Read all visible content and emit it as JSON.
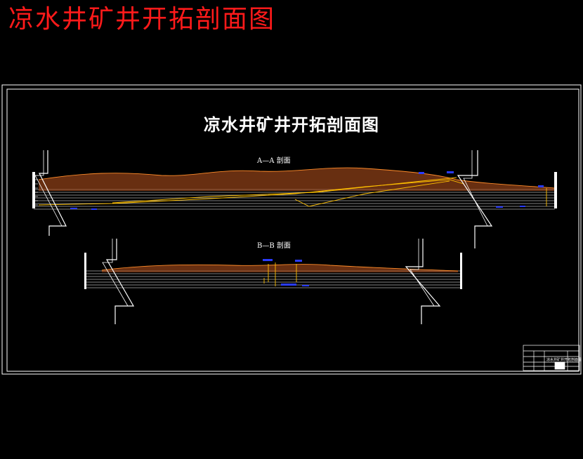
{
  "page_title": "凉水井矿井开拓剖面图",
  "drawing": {
    "title": "凉水井矿井开拓剖面图",
    "section_a_label": "A—A 剖面",
    "section_b_label": "B—B 剖面",
    "title_block_text": "凉水井矿井开拓剖面图"
  },
  "colors": {
    "background": "#000000",
    "title_red": "#ff1a1a",
    "frame": "#ffffff",
    "terrain_orange": "#e07a1a",
    "seam_yellow": "#ffc000",
    "annotation_blue": "#2a3cff"
  }
}
